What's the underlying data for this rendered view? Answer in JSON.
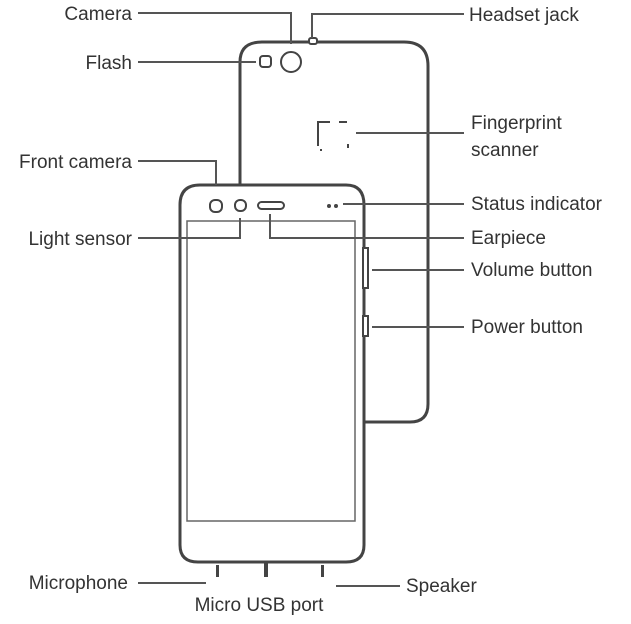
{
  "labels": {
    "camera": "Camera",
    "flash": "Flash",
    "front_camera": "Front camera",
    "light_sensor": "Light sensor",
    "microphone": "Microphone",
    "micro_usb_port": "Micro USB port",
    "headset_jack": "Headset jack",
    "fingerprint_line1": "Fingerprint",
    "fingerprint_line2": "scanner",
    "status_indicator": "Status indicator",
    "earpiece": "Earpiece",
    "volume_button": "Volume button",
    "power_button": "Power button",
    "speaker": "Speaker"
  },
  "colors": {
    "outline": "#444444",
    "text": "#333333",
    "background": "#ffffff"
  }
}
